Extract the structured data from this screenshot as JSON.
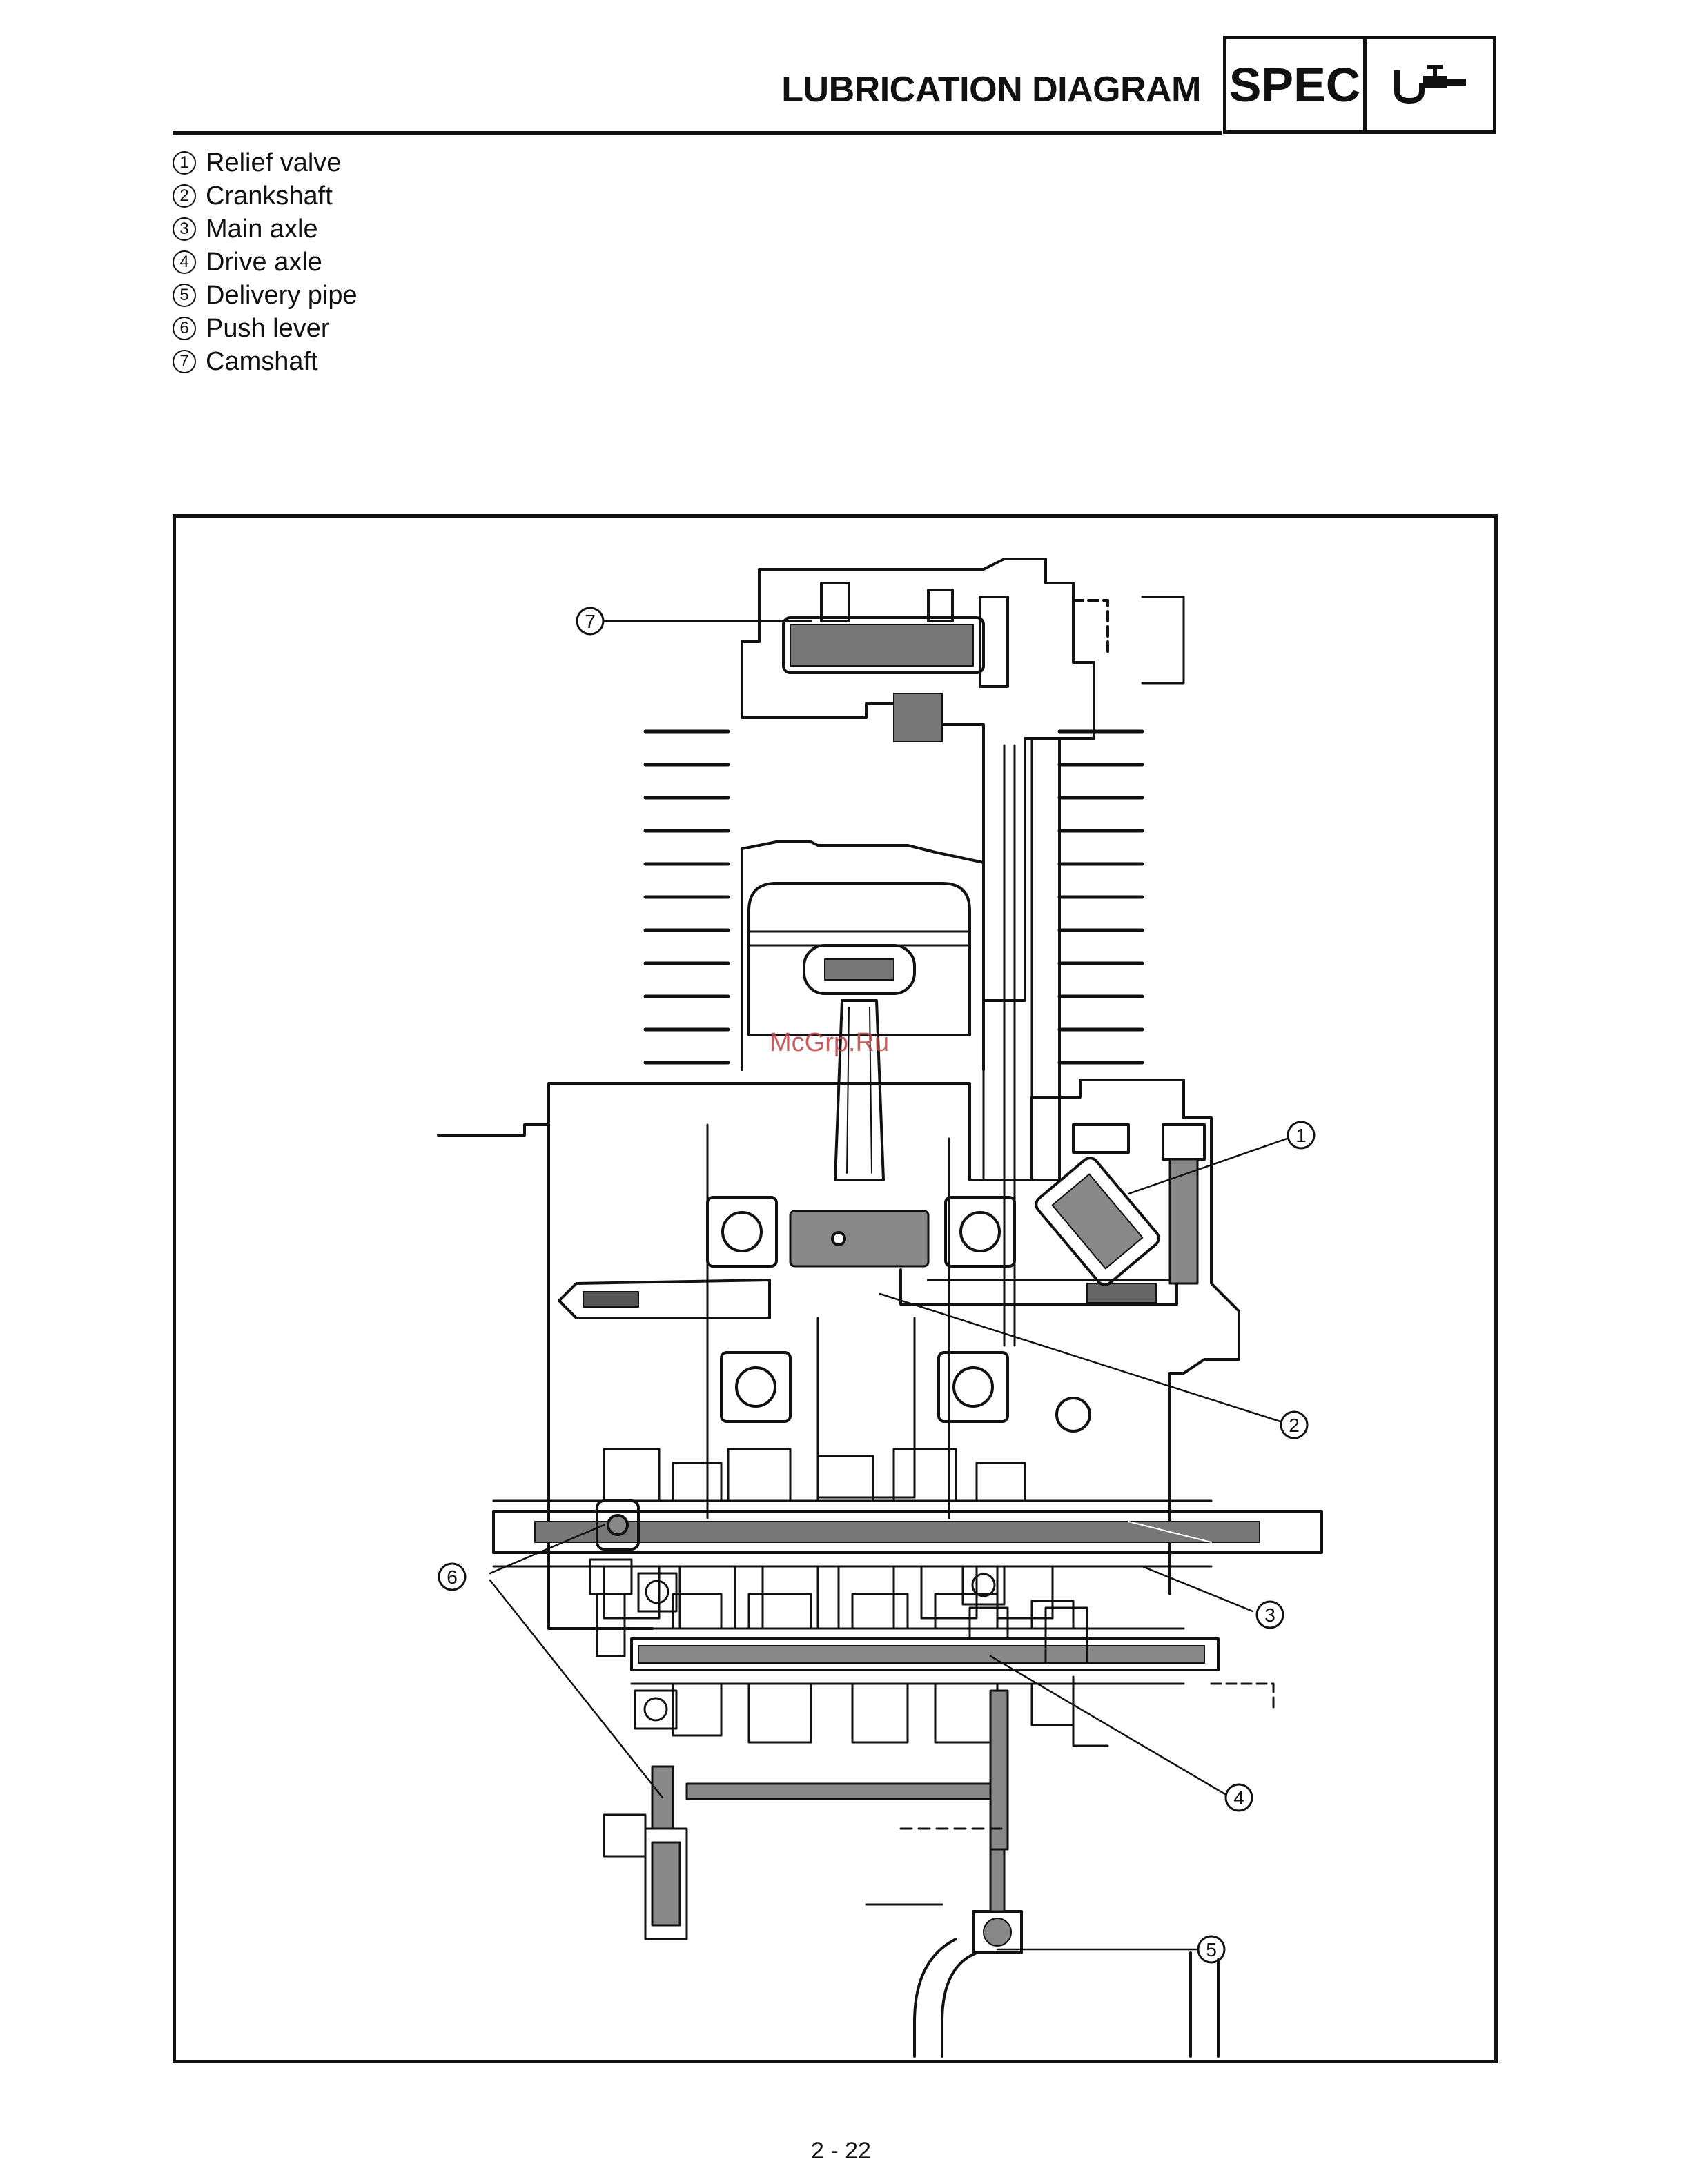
{
  "header": {
    "title": "LUBRICATION DIAGRAM",
    "spec_label": "SPEC",
    "spec_icon": "oil-can-icon"
  },
  "legend": [
    {
      "num": "1",
      "label": "Relief valve"
    },
    {
      "num": "2",
      "label": "Crankshaft"
    },
    {
      "num": "3",
      "label": "Main axle"
    },
    {
      "num": "4",
      "label": "Drive axle"
    },
    {
      "num": "5",
      "label": "Delivery pipe"
    },
    {
      "num": "6",
      "label": "Push lever"
    },
    {
      "num": "7",
      "label": "Camshaft"
    }
  ],
  "diagram": {
    "callouts": [
      "7",
      "1",
      "2",
      "6",
      "3",
      "4",
      "5"
    ],
    "watermark": "McGrp.Ru"
  },
  "footer": {
    "page_number": "2 - 22"
  }
}
